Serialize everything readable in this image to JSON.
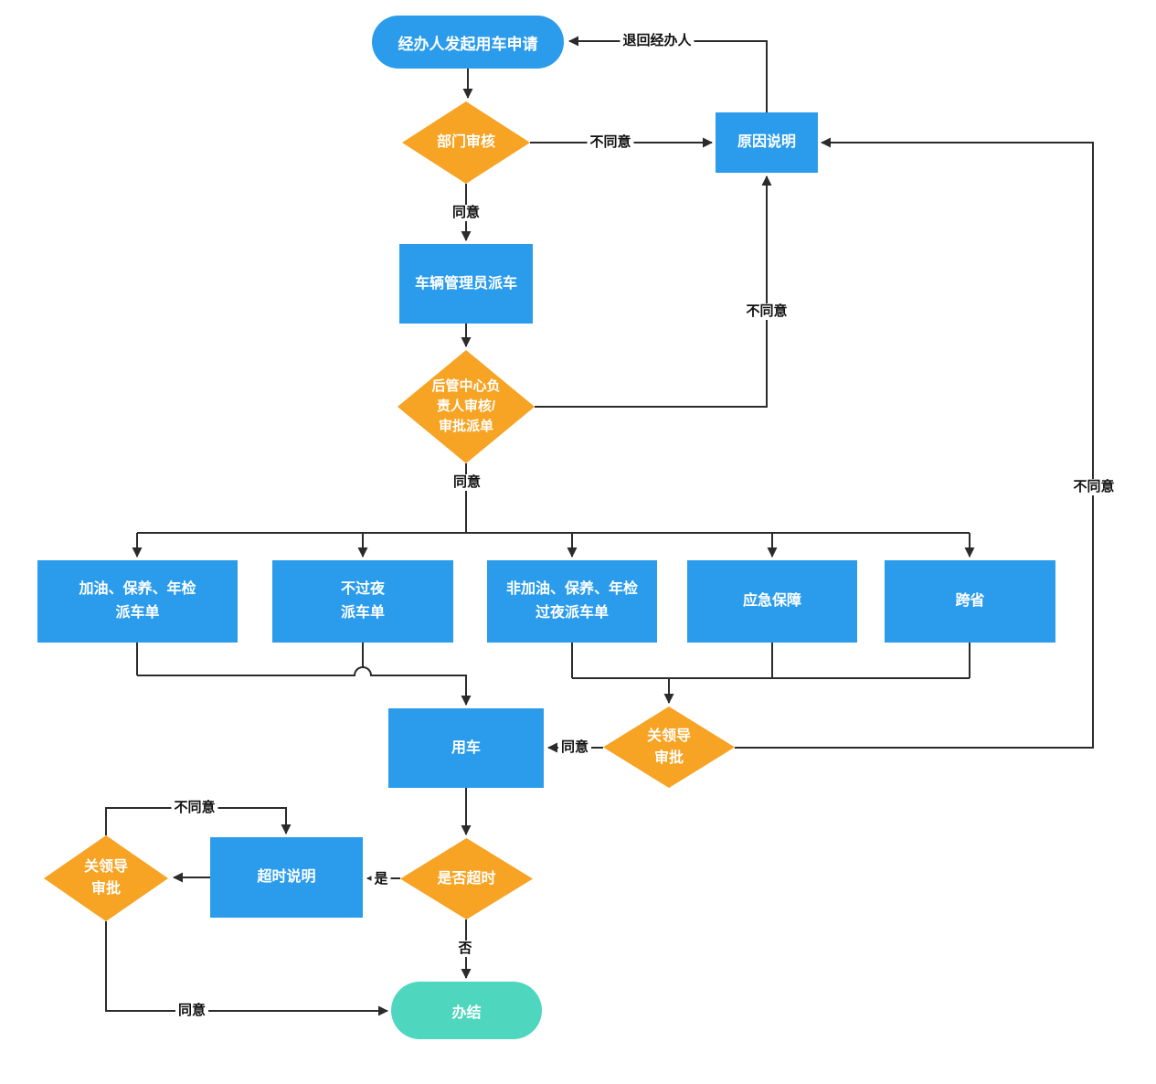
{
  "colors": {
    "process_fill": "#2B9CEC",
    "decision_fill": "#F7A324",
    "start_fill": "#2B9CEC",
    "end_fill": "#4FD6BE",
    "line": "#2B2B2B",
    "node_text": "#FFFFFF",
    "label_text": "#111111",
    "canvas_bg": "#FFFFFF"
  },
  "nodes": {
    "start": {
      "label": "经办人发起用车申请",
      "type": "terminator"
    },
    "dept_review": {
      "label": "部门审核",
      "type": "decision"
    },
    "reason_note": {
      "label": "原因说明",
      "type": "process"
    },
    "dispatch": {
      "label": "车辆管理员派车",
      "type": "process"
    },
    "center_review": {
      "label": "后管中心负\n责人审核/\n审批派单",
      "type": "decision"
    },
    "order_fuel": {
      "label": "加油、保养、年检\n派车单",
      "type": "process"
    },
    "order_day": {
      "label": "不过夜\n派车单",
      "type": "process"
    },
    "order_overnight": {
      "label": "非加油、保养、年检\n过夜派车单",
      "type": "process"
    },
    "order_emergency": {
      "label": "应急保障",
      "type": "process"
    },
    "order_cross_province": {
      "label": "跨省",
      "type": "process"
    },
    "use_car": {
      "label": "用车",
      "type": "process"
    },
    "leader_review_1": {
      "label": "关领导\n审批",
      "type": "decision"
    },
    "overtime_check": {
      "label": "是否超时",
      "type": "decision"
    },
    "overtime_note": {
      "label": "超时说明",
      "type": "process"
    },
    "leader_review_2": {
      "label": "关领导\n审批",
      "type": "decision"
    },
    "finish": {
      "label": "办结",
      "type": "terminator"
    }
  },
  "edge_labels": {
    "return_to_agent": "退回经办人",
    "dept_disagree": "不同意",
    "dept_agree": "同意",
    "center_disagree": "不同意",
    "center_agree": "同意",
    "leader1_agree": "同意",
    "leader1_disagree": "不同意",
    "overtime_yes": "是",
    "overtime_no": "否",
    "leader2_disagree": "不同意",
    "leader2_agree": "同意"
  }
}
